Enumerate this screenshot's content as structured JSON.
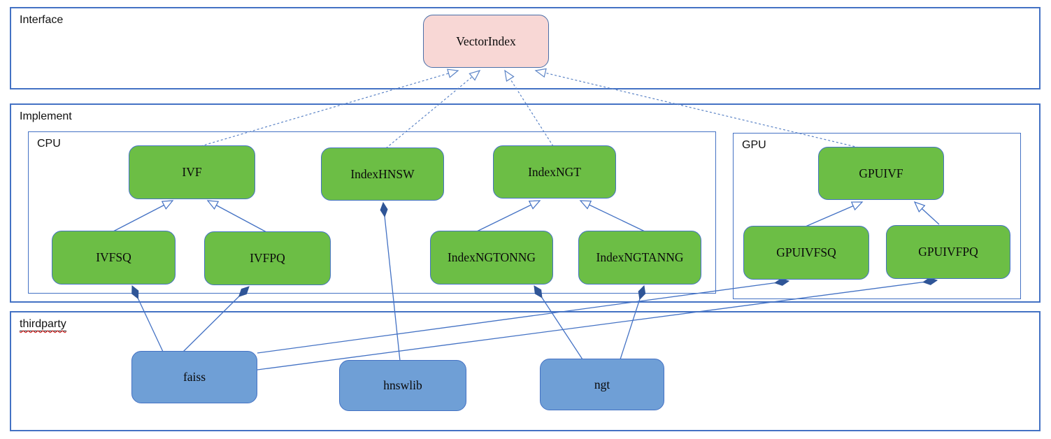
{
  "sections": {
    "interface": {
      "label": "Interface"
    },
    "implement": {
      "label": "Implement"
    },
    "cpu": {
      "label": "CPU"
    },
    "gpu": {
      "label": "GPU"
    },
    "thirdparty": {
      "label": "thirdparty"
    }
  },
  "nodes": {
    "vectorindex": {
      "label": "VectorIndex"
    },
    "ivf": {
      "label": "IVF"
    },
    "indexhnsw": {
      "label": "IndexHNSW"
    },
    "indexngt": {
      "label": "IndexNGT"
    },
    "gpuivf": {
      "label": "GPUIVF"
    },
    "ivfsq": {
      "label": "IVFSQ"
    },
    "ivfpq": {
      "label": "IVFPQ"
    },
    "indexngtonng": {
      "label": "IndexNGTONNG"
    },
    "indexngtanng": {
      "label": "IndexNGTANNG"
    },
    "gpuivfsq": {
      "label": "GPUIVFSQ"
    },
    "gpuivfpq": {
      "label": "GPUIVFPQ"
    },
    "faiss": {
      "label": "faiss"
    },
    "hnswlib": {
      "label": "hnswlib"
    },
    "ngt": {
      "label": "ngt"
    }
  },
  "relationships": [
    {
      "from": "IVF",
      "to": "VectorIndex",
      "type": "realization-dashed"
    },
    {
      "from": "IndexHNSW",
      "to": "VectorIndex",
      "type": "realization-dashed"
    },
    {
      "from": "IndexNGT",
      "to": "VectorIndex",
      "type": "realization-dashed"
    },
    {
      "from": "GPUIVF",
      "to": "VectorIndex",
      "type": "realization-dashed"
    },
    {
      "from": "IVFSQ",
      "to": "IVF",
      "type": "generalization"
    },
    {
      "from": "IVFPQ",
      "to": "IVF",
      "type": "generalization"
    },
    {
      "from": "IndexNGTONNG",
      "to": "IndexNGT",
      "type": "generalization"
    },
    {
      "from": "IndexNGTANNG",
      "to": "IndexNGT",
      "type": "generalization"
    },
    {
      "from": "GPUIVFSQ",
      "to": "GPUIVF",
      "type": "generalization"
    },
    {
      "from": "GPUIVFPQ",
      "to": "GPUIVF",
      "type": "generalization"
    },
    {
      "from": "faiss",
      "to": "IVFSQ",
      "type": "composition"
    },
    {
      "from": "faiss",
      "to": "IVFPQ",
      "type": "composition"
    },
    {
      "from": "faiss",
      "to": "GPUIVFSQ",
      "type": "composition"
    },
    {
      "from": "faiss",
      "to": "GPUIVFPQ",
      "type": "composition"
    },
    {
      "from": "hnswlib",
      "to": "IndexHNSW",
      "type": "composition"
    },
    {
      "from": "ngt",
      "to": "IndexNGTONNG",
      "type": "composition"
    },
    {
      "from": "ngt",
      "to": "IndexNGTANNG",
      "type": "composition"
    }
  ],
  "colors": {
    "interface_node_fill": "#F8D7D5",
    "implement_node_fill": "#6CBE45",
    "thirdparty_node_fill": "#6F9FD6",
    "section_border": "#4472C4",
    "connector": "#4472C4",
    "connector_dashed": "#5C84C6",
    "composition_diamond": "#2F5597",
    "spellcheck_squiggle": "#CC0000"
  }
}
